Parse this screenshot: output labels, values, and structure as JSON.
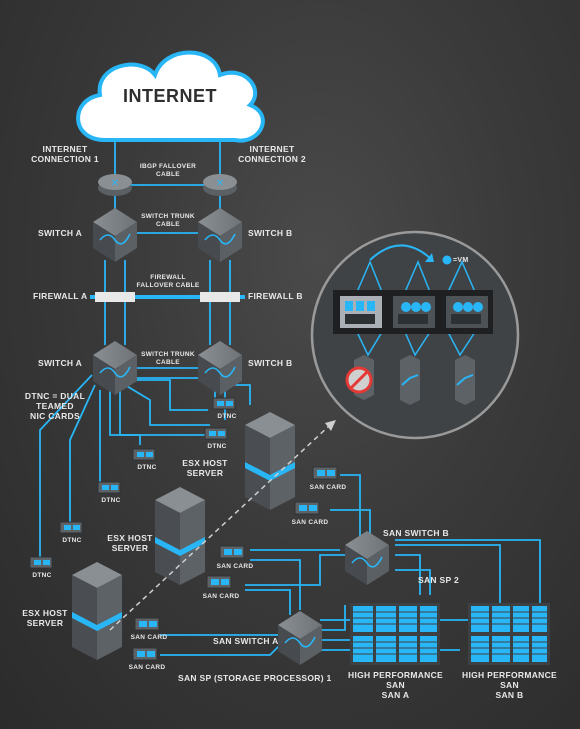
{
  "cloud": {
    "label": "INTERNET"
  },
  "connections": {
    "internet1": "INTERNET\nCONNECTION 1",
    "internet2": "INTERNET\nCONNECTION 2",
    "ibgp": "IBGP FALLOVER\nCABLE",
    "trunk_top": "SWITCH TRUNK\nCABLE",
    "firewall_cable": "FIREWALL\nFALLOVER CABLE",
    "trunk_bottom": "SWITCH TRUNK\nCABLE"
  },
  "devices": {
    "switch_a_top": "SWITCH A",
    "switch_b_top": "SWITCH B",
    "firewall_a": "FIREWALL A",
    "firewall_b": "FIREWALL B",
    "switch_a_bottom": "SWITCH A",
    "switch_b_bottom": "SWITCH B",
    "esx1": "ESX HOST\nSERVER",
    "esx2": "ESX HOST\nSERVER",
    "esx3": "ESX HOST\nSERVER",
    "san_switch_b": "SAN SWITCH B",
    "san_switch_a": "SAN SWITCH A",
    "san_sp2": "SAN SP 2",
    "san_sp1": "SAN SP (STORAGE PROCESSOR) 1",
    "san_a": "HIGH PERFORMANCE SAN\nSAN A",
    "san_b": "HIGH PERFORMANCE SAN\nSAN B"
  },
  "dtnc_note": "DTNC = DUAL\nTEAMED\nNIC CARDS",
  "dtnc_label": "DTNC",
  "san_card_label": "SAN CARD",
  "vm_legend": "=VM",
  "colors": {
    "accent": "#29b6f6",
    "background": "#3a3a3a",
    "device": "#555a5f",
    "text": "#e8e8e8"
  }
}
